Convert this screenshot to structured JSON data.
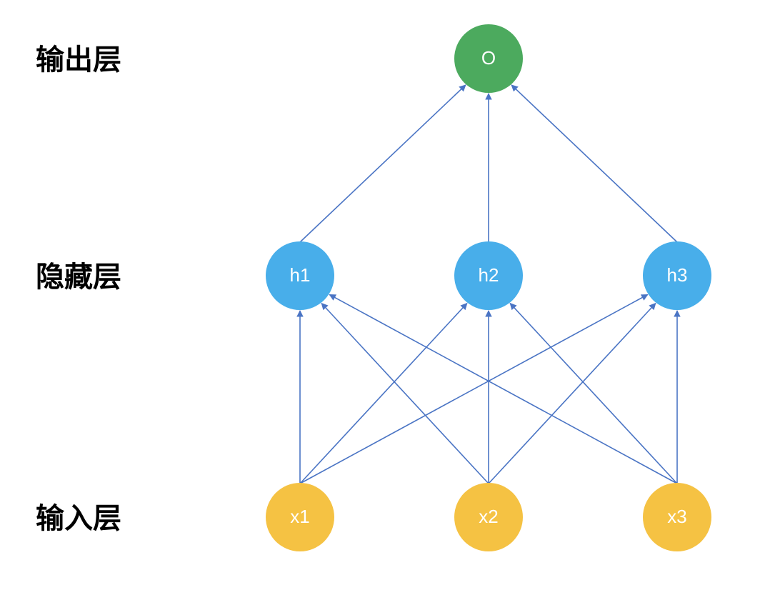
{
  "layers": {
    "output_label": "输出层",
    "hidden_label": "隐藏层",
    "input_label": "输入层"
  },
  "nodes": {
    "output": [
      {
        "id": "o",
        "label": "O"
      }
    ],
    "hidden": [
      {
        "id": "h1",
        "label": "h1"
      },
      {
        "id": "h2",
        "label": "h2"
      },
      {
        "id": "h3",
        "label": "h3"
      }
    ],
    "input": [
      {
        "id": "x1",
        "label": "x1"
      },
      {
        "id": "x2",
        "label": "x2"
      },
      {
        "id": "x3",
        "label": "x3"
      }
    ]
  },
  "edges": [
    [
      "x1",
      "h1"
    ],
    [
      "x1",
      "h2"
    ],
    [
      "x1",
      "h3"
    ],
    [
      "x2",
      "h1"
    ],
    [
      "x2",
      "h2"
    ],
    [
      "x2",
      "h3"
    ],
    [
      "x3",
      "h1"
    ],
    [
      "x3",
      "h2"
    ],
    [
      "x3",
      "h3"
    ],
    [
      "h1",
      "o"
    ],
    [
      "h2",
      "o"
    ],
    [
      "h3",
      "o"
    ]
  ],
  "colors": {
    "output_node": "#4caa5e",
    "hidden_node": "#48aeea",
    "input_node": "#f5c243",
    "edge": "#4a74c4",
    "node_text": "#ffffff"
  }
}
